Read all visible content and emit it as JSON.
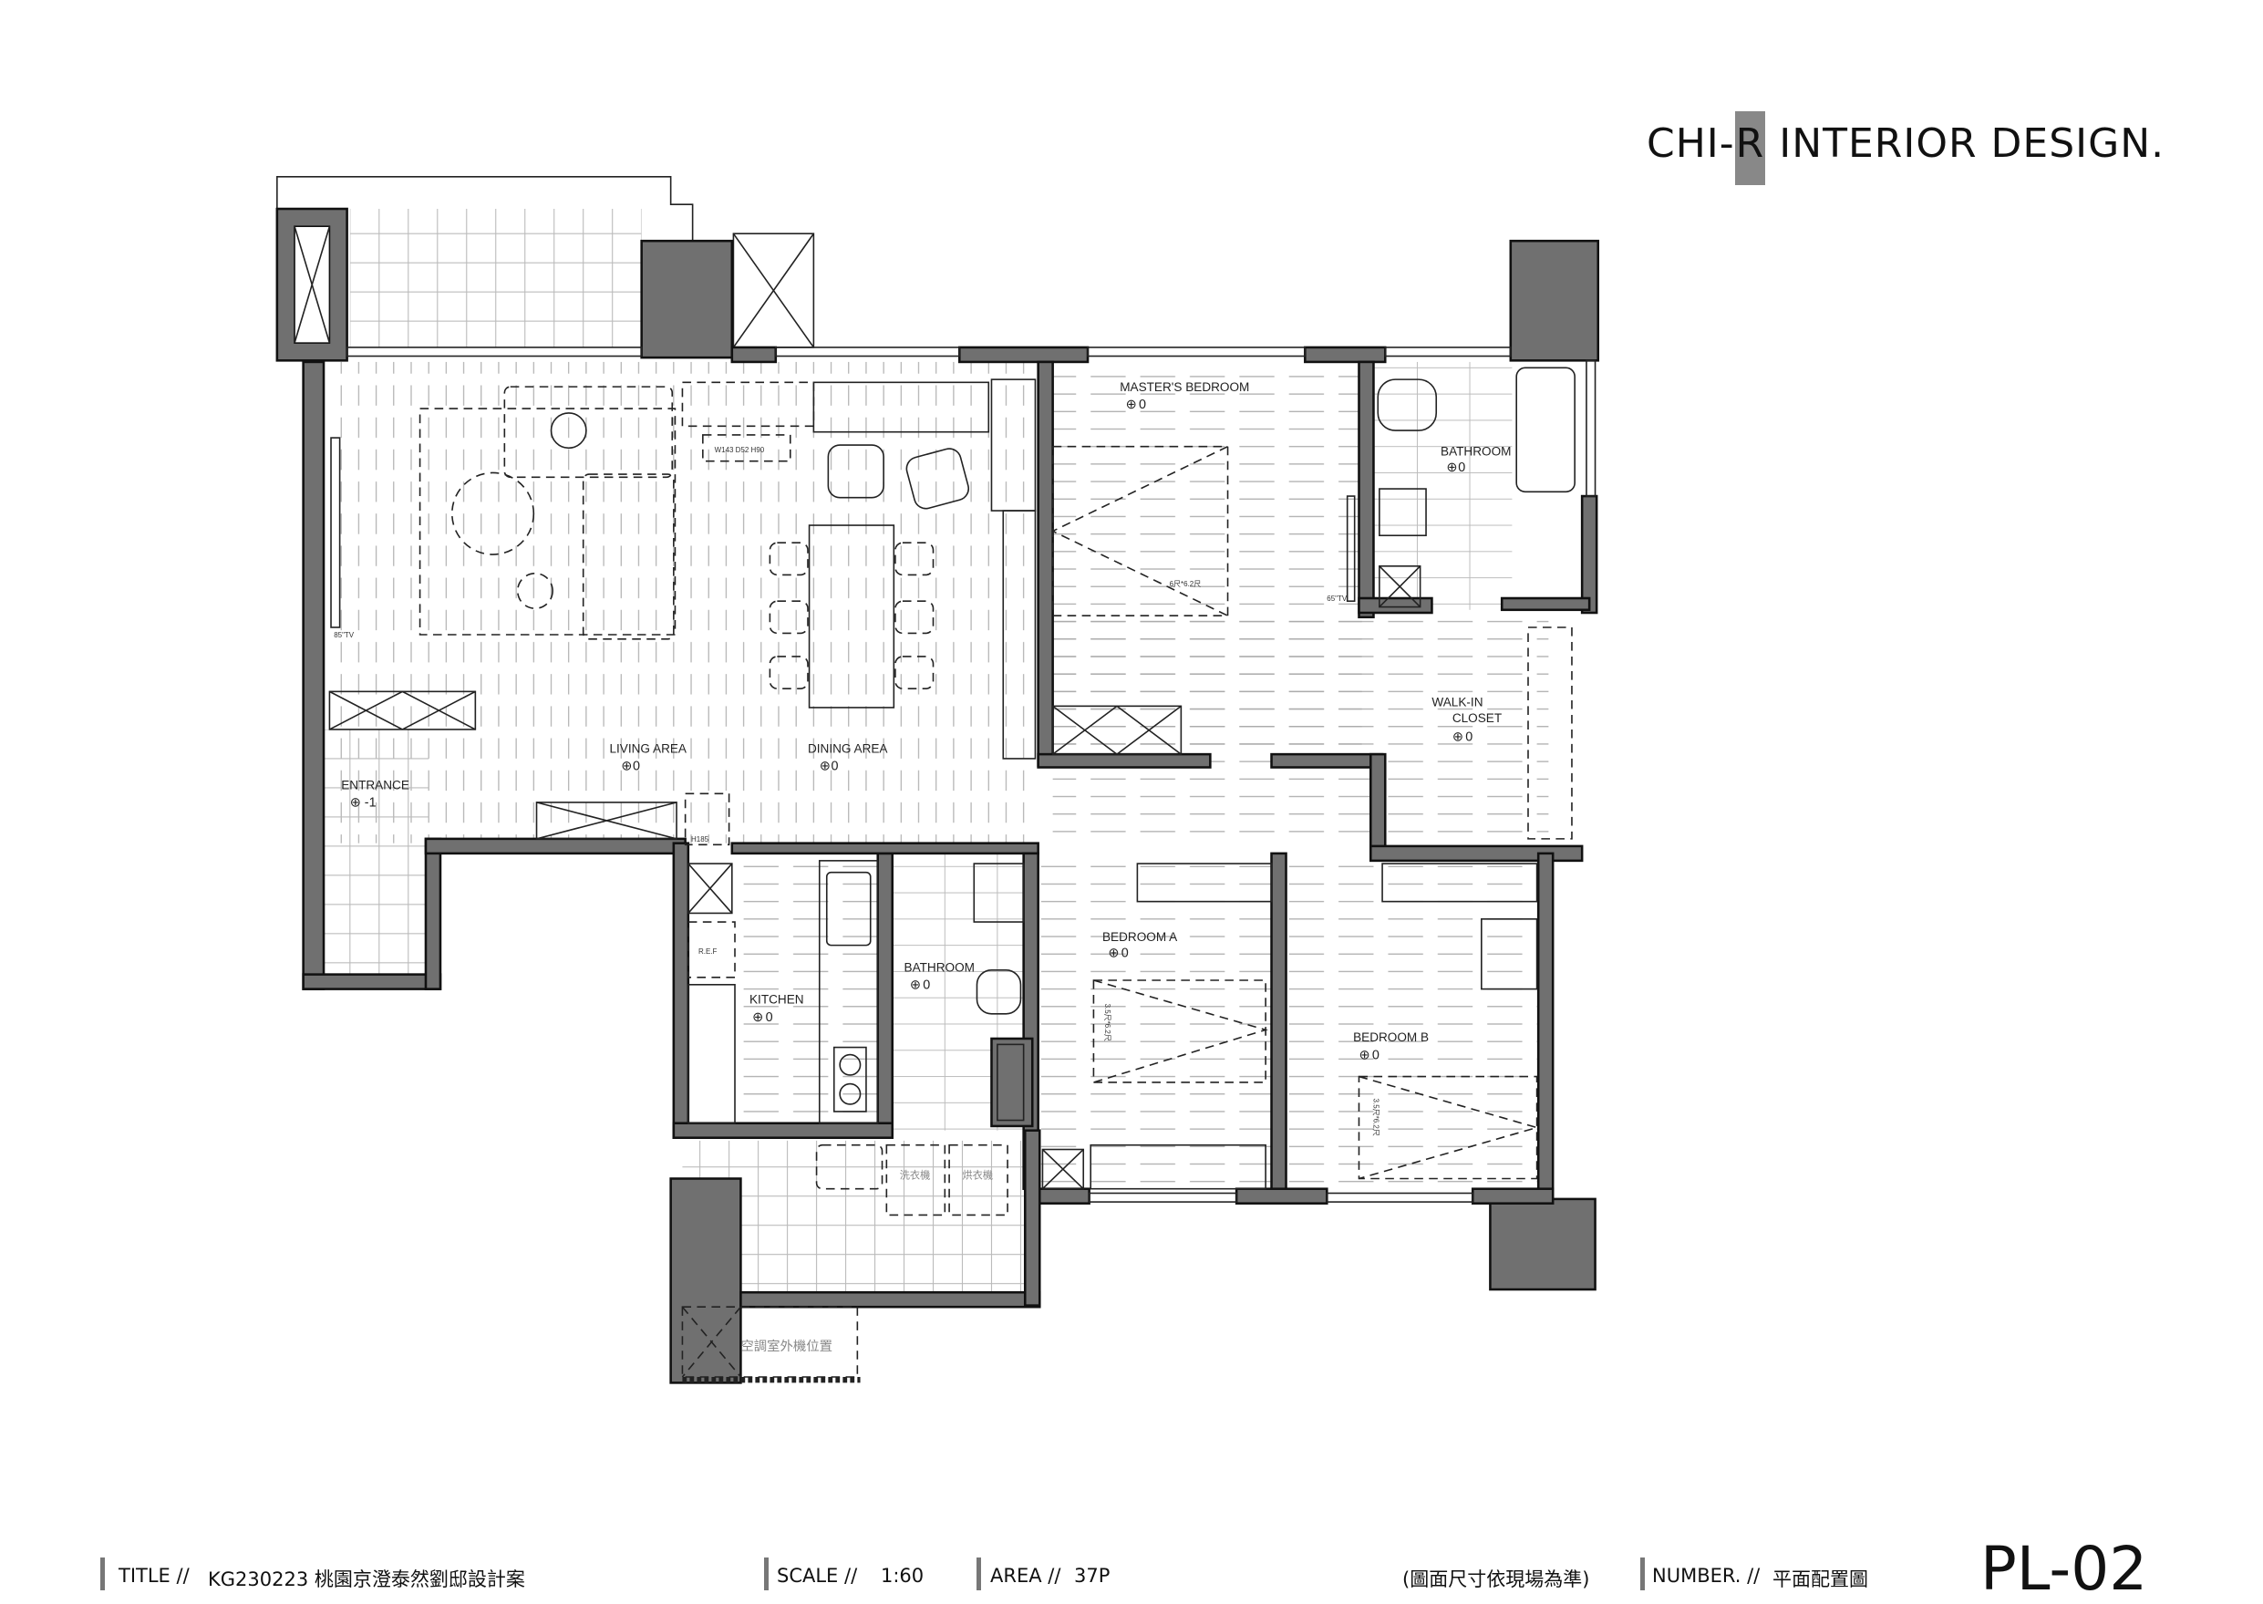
{
  "brand": {
    "prefix": "CHI-",
    "highlight": "R",
    "suffix": " INTERIOR  DESIGN."
  },
  "rooms": {
    "living": {
      "name": "LIVING AREA",
      "level": "0"
    },
    "dining": {
      "name": "DINING AREA",
      "level": "0"
    },
    "entrance": {
      "name": "ENTRANCE",
      "level": "-1"
    },
    "master": {
      "name": "MASTER'S BEDROOM",
      "level": "0"
    },
    "master_bath": {
      "name": "BATHROOM",
      "level": "0"
    },
    "walkin": {
      "name": "WALK-IN",
      "name2": "CLOSET",
      "level": "0"
    },
    "kitchen": {
      "name": "KITCHEN",
      "level": "0"
    },
    "bath2": {
      "name": "BATHROOM",
      "level": "0"
    },
    "bedroom_a": {
      "name": "BEDROOM A",
      "level": "0"
    },
    "bedroom_b": {
      "name": "BEDROOM B",
      "level": "0"
    }
  },
  "annotations": {
    "tv_living": "85\"TV",
    "tv_master": "65\"TV",
    "cabinet_dims": "W143 D52 H90",
    "h185": "H185",
    "ref": "R.E.F",
    "bed_master": "6尺*6.2尺",
    "bed_a": "3.5尺*6.2尺",
    "bed_b": "3.5尺*6.2尺",
    "washer": "洗衣機",
    "dryer": "烘衣機",
    "ac_outdoor": "空調室外機位置"
  },
  "footer": {
    "title_label": "TITLE //",
    "title_value": "KG230223 桃園京澄泰然劉邸設計案",
    "scale_label": "SCALE //",
    "scale_value": "1:60",
    "area_label": "AREA //",
    "area_value": "37P",
    "note": "(圖面尺寸依現場為準)",
    "number_label": "NUMBER. //",
    "number_value": "平面配置圖",
    "sheet": "PL-02"
  }
}
